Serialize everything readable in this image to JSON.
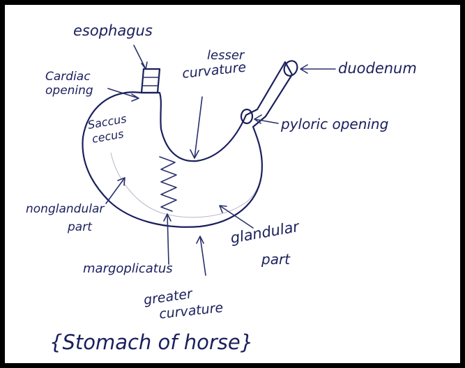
{
  "title": "{Stomach of horse}",
  "labels": {
    "esophagus": "esophagus",
    "cardiac_line1": "Cardiac",
    "cardiac_line2": "opening",
    "lesser_line1": "lesser",
    "lesser_line2": "curvature",
    "duodenum": "duodenum",
    "pyloric": "pyloric opening",
    "saccus_line1": "Saccus",
    "saccus_line2": "cecus",
    "nonglandular_line1": "nonglandular",
    "nonglandular_line2": "part",
    "glandular_line1": "glandular",
    "glandular_line2": "part",
    "margo": "margoplicatus",
    "greater_line1": "greater",
    "greater_line2": "curvature"
  },
  "colors": {
    "ink": "#1a1f5c",
    "frame": "#000000",
    "paper": "#ffffff"
  }
}
